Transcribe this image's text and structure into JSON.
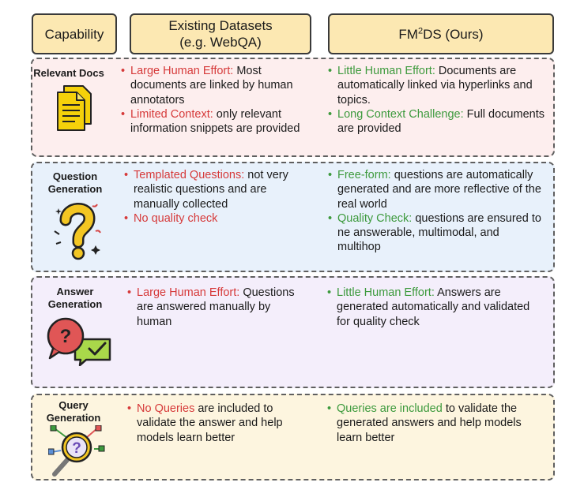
{
  "header": {
    "capability": "Capability",
    "existing_line1": "Existing Datasets",
    "existing_line2": "(e.g. WebQA)",
    "fm_prefix": "FM",
    "fm_sup": "2",
    "fm_suffix": "DS (Ours)"
  },
  "rows": {
    "docs": {
      "title": "Relevant Docs",
      "existing": [
        {
          "highlight": "Large Human Effort:",
          "text": " Most documents are linked by human annotators"
        },
        {
          "highlight": "Limited Context:",
          "text": " only relevant information snippets are provided"
        }
      ],
      "fm2ds": [
        {
          "highlight": "Little Human Effort:",
          "text": " Documents are automatically linked via  hyperlinks and topics."
        },
        {
          "highlight": "Long Context Challenge:",
          "text": " Full documents are provided"
        }
      ]
    },
    "qgen": {
      "title_line1": "Question",
      "title_line2": "Generation",
      "existing": [
        {
          "highlight": "Templated Questions:",
          "text": " not very realistic questions and are manually collected"
        },
        {
          "highlight": "No quality check",
          "text": ""
        }
      ],
      "fm2ds": [
        {
          "highlight": "Free-form:",
          "text": " questions are automatically generated and are more reflective of the real world"
        },
        {
          "highlight": "Quality Check:",
          "text": "  questions are ensured to ne answerable, multimodal, and multihop"
        }
      ]
    },
    "agen": {
      "title_line1": "Answer",
      "title_line2": "Generation",
      "existing": [
        {
          "highlight": "Large Human Effort:",
          "text": " Questions are answered manually by human"
        }
      ],
      "fm2ds": [
        {
          "highlight": "Little Human Effort:",
          "text": " Answers are generated automatically and validated for quality check"
        }
      ]
    },
    "query": {
      "title_line1": "Query",
      "title_line2": "Generation",
      "existing": [
        {
          "highlight": "No Queries",
          "text": " are included to validate the answer and help models learn better"
        }
      ],
      "fm2ds": [
        {
          "highlight": "Queries are included",
          "text": " to validate the generated answers and help models learn better"
        }
      ]
    }
  },
  "bullet": "•",
  "colors": {
    "negative": "#d63a3a",
    "positive": "#3d9a3d",
    "header_fill": "#fce8b2"
  }
}
